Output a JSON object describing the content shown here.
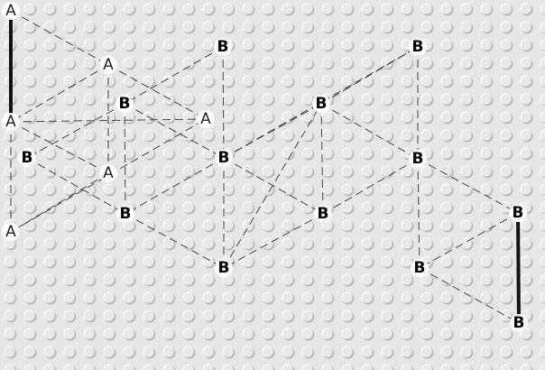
{
  "colors": {
    "background": "#e6e6e6",
    "dot_light": "#ffffff",
    "dot_shadow": "#bdbdbd",
    "dashed_edge": "#444444",
    "solid_edge": "#111111",
    "node_halo": "#ffffff"
  },
  "nodes": [
    {
      "id": "a1",
      "label": "A",
      "group": "A"
    },
    {
      "id": "a2",
      "label": "A",
      "group": "A"
    },
    {
      "id": "a3",
      "label": "A",
      "group": "A"
    },
    {
      "id": "a4",
      "label": "A",
      "group": "A"
    },
    {
      "id": "a5",
      "label": "A",
      "group": "A"
    },
    {
      "id": "a6",
      "label": "A",
      "group": "A"
    },
    {
      "id": "b1",
      "label": "B",
      "group": "B"
    },
    {
      "id": "b2",
      "label": "B",
      "group": "B"
    },
    {
      "id": "b3",
      "label": "B",
      "group": "B"
    },
    {
      "id": "b4",
      "label": "B",
      "group": "B"
    },
    {
      "id": "b5",
      "label": "B",
      "group": "B"
    },
    {
      "id": "b6",
      "label": "B",
      "group": "B"
    },
    {
      "id": "b7",
      "label": "B",
      "group": "B"
    },
    {
      "id": "b8",
      "label": "B",
      "group": "B"
    },
    {
      "id": "b9",
      "label": "B",
      "group": "B"
    },
    {
      "id": "b10",
      "label": "B",
      "group": "B"
    },
    {
      "id": "b11",
      "label": "B",
      "group": "B"
    },
    {
      "id": "b12",
      "label": "B",
      "group": "B"
    },
    {
      "id": "b13",
      "label": "B",
      "group": "B"
    }
  ],
  "edges": [
    {
      "from": "a1",
      "to": "a2",
      "style": "solid"
    },
    {
      "from": "a1",
      "to": "a4",
      "style": "dashed"
    },
    {
      "from": "a4",
      "to": "a2",
      "style": "dashed"
    },
    {
      "from": "a4",
      "to": "a5",
      "style": "dashed"
    },
    {
      "from": "a4",
      "to": "a6",
      "style": "dashed"
    },
    {
      "from": "a2",
      "to": "a5",
      "style": "dashed"
    },
    {
      "from": "a2",
      "to": "a6",
      "style": "dashed"
    },
    {
      "from": "a2",
      "to": "a3",
      "style": "dashed"
    },
    {
      "from": "a5",
      "to": "a3",
      "style": "dashed"
    },
    {
      "from": "a3",
      "to": "a6",
      "style": "dashed"
    },
    {
      "from": "b1",
      "to": "b2",
      "style": "dashed"
    },
    {
      "from": "b1",
      "to": "b5",
      "style": "dashed"
    },
    {
      "from": "b2",
      "to": "b3",
      "style": "dashed"
    },
    {
      "from": "b2",
      "to": "b5",
      "style": "dashed"
    },
    {
      "from": "b3",
      "to": "b4",
      "style": "dashed"
    },
    {
      "from": "b2",
      "to": "b4",
      "style": "dashed"
    },
    {
      "from": "b5",
      "to": "b4",
      "style": "dashed"
    },
    {
      "from": "b5",
      "to": "b6",
      "style": "dashed"
    },
    {
      "from": "b5",
      "to": "b7",
      "style": "dashed"
    },
    {
      "from": "b5",
      "to": "b8",
      "style": "dashed"
    },
    {
      "from": "b5",
      "to": "b9",
      "style": "dashed"
    },
    {
      "from": "b6",
      "to": "b7",
      "style": "dashed"
    },
    {
      "from": "b7",
      "to": "b9",
      "style": "dashed"
    },
    {
      "from": "b7",
      "to": "b10",
      "style": "dashed"
    },
    {
      "from": "b7",
      "to": "b8",
      "style": "dashed"
    },
    {
      "from": "b4",
      "to": "b6",
      "style": "dashed"
    },
    {
      "from": "b8",
      "to": "b6",
      "style": "dashed"
    },
    {
      "from": "b8",
      "to": "b10",
      "style": "dashed"
    },
    {
      "from": "b9",
      "to": "b10",
      "style": "dashed"
    },
    {
      "from": "b10",
      "to": "b11",
      "style": "dashed"
    },
    {
      "from": "b10",
      "to": "b12",
      "style": "dashed"
    },
    {
      "from": "b11",
      "to": "b12",
      "style": "dashed"
    },
    {
      "from": "b11",
      "to": "b13",
      "style": "solid"
    },
    {
      "from": "b12",
      "to": "b13",
      "style": "dashed"
    }
  ]
}
